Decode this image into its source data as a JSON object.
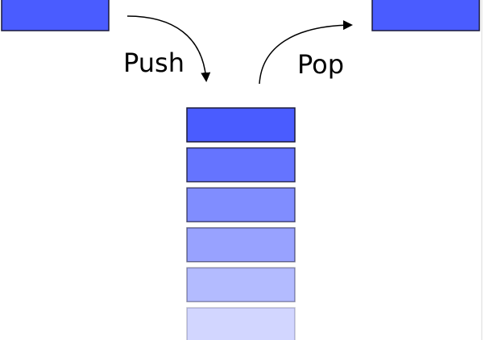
{
  "labels": {
    "push": "Push",
    "pop": "Pop"
  },
  "colors": {
    "item_fill": "#4a5cff",
    "item_stroke": "#1a1a3a",
    "arrow": "#000000",
    "background": "#ffffff",
    "right_border": "#d8d8d8"
  },
  "stack": {
    "item_count": 6,
    "item_opacities": [
      1.0,
      0.85,
      0.7,
      0.57,
      0.42,
      0.25
    ]
  }
}
